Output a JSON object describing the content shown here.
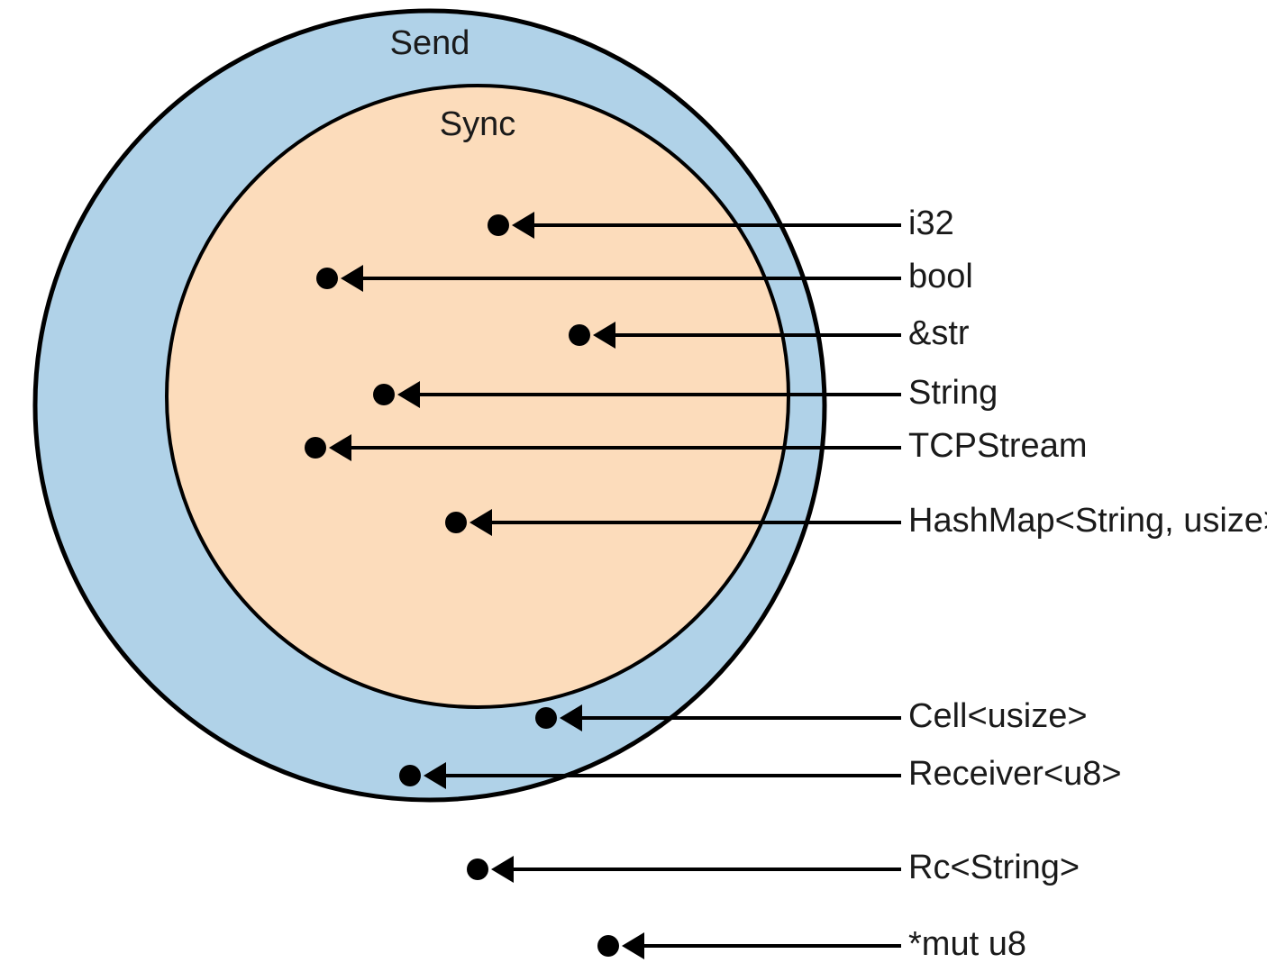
{
  "sets": {
    "outer": {
      "title": "Send",
      "fill": "#b0d2e8",
      "stroke": "#000000"
    },
    "inner": {
      "title": "Sync",
      "fill": "#fcdcbb",
      "stroke": "#000000"
    }
  },
  "type_labels": [
    "i32",
    "bool",
    "&str",
    "String",
    "TCPStream",
    "HashMap<String, usize>",
    "Cell<usize>",
    "Receiver<u8>",
    "Rc<String>",
    "*mut u8"
  ],
  "colors": {
    "arrow": "#000000",
    "text": "#1a1a1a"
  }
}
